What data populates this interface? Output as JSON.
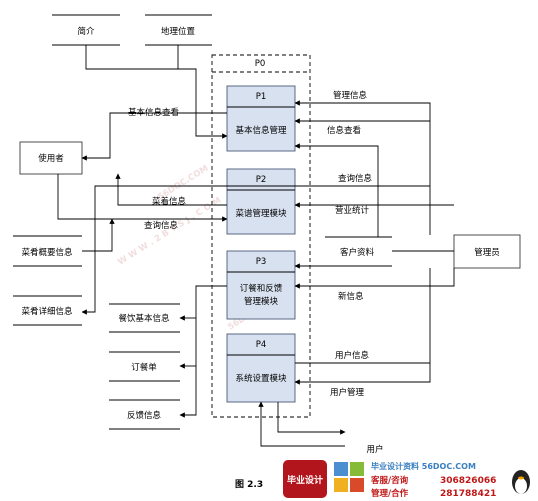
{
  "diagram": {
    "data_stores": {
      "intro": "简介",
      "location": "地理位置",
      "dish_summary": "菜肴概要信息",
      "dish_detail": "菜肴详细信息",
      "restaurant_info": "餐饮基本信息",
      "order_form": "订餐单",
      "feedback": "反馈信息",
      "customer_data": "客户资料"
    },
    "entities": {
      "user_role": "使用者",
      "admin": "管理员",
      "user": "用户"
    },
    "system_label": "P0",
    "processes": [
      {
        "id": "P1",
        "name": "基本信息管理"
      },
      {
        "id": "P2",
        "name": "菜谱管理模块"
      },
      {
        "id": "P3",
        "name_line1": "订餐和反馈",
        "name_line2": "管理模块"
      },
      {
        "id": "P4",
        "name": "系统设置模块"
      }
    ],
    "flows": {
      "basic_info_query": "基本信息查看",
      "mgmt_info": "管理信息",
      "info_query": "信息查看",
      "query_info_right": "查询信息",
      "dish_info": "菜着信息",
      "query_info_left": "查询信息",
      "business_stats": "营业统计",
      "new_info": "新信息",
      "user_info": "用户信息",
      "user_mgmt": "用户管理"
    },
    "caption": "图 2.3"
  },
  "watermarks": {
    "domain1": "56DOC.COM",
    "domain2": "W W W . 2 B Y S J . C O M",
    "domain3": "56DOC.COM"
  },
  "brand": {
    "logo_text": "毕业设计",
    "site_text": "毕业设计资料 56DOC.COM",
    "service_label": "客服/咨询",
    "service_number": "306826066",
    "mgmt_label": "管理/合作",
    "mgmt_number": "281788421"
  }
}
